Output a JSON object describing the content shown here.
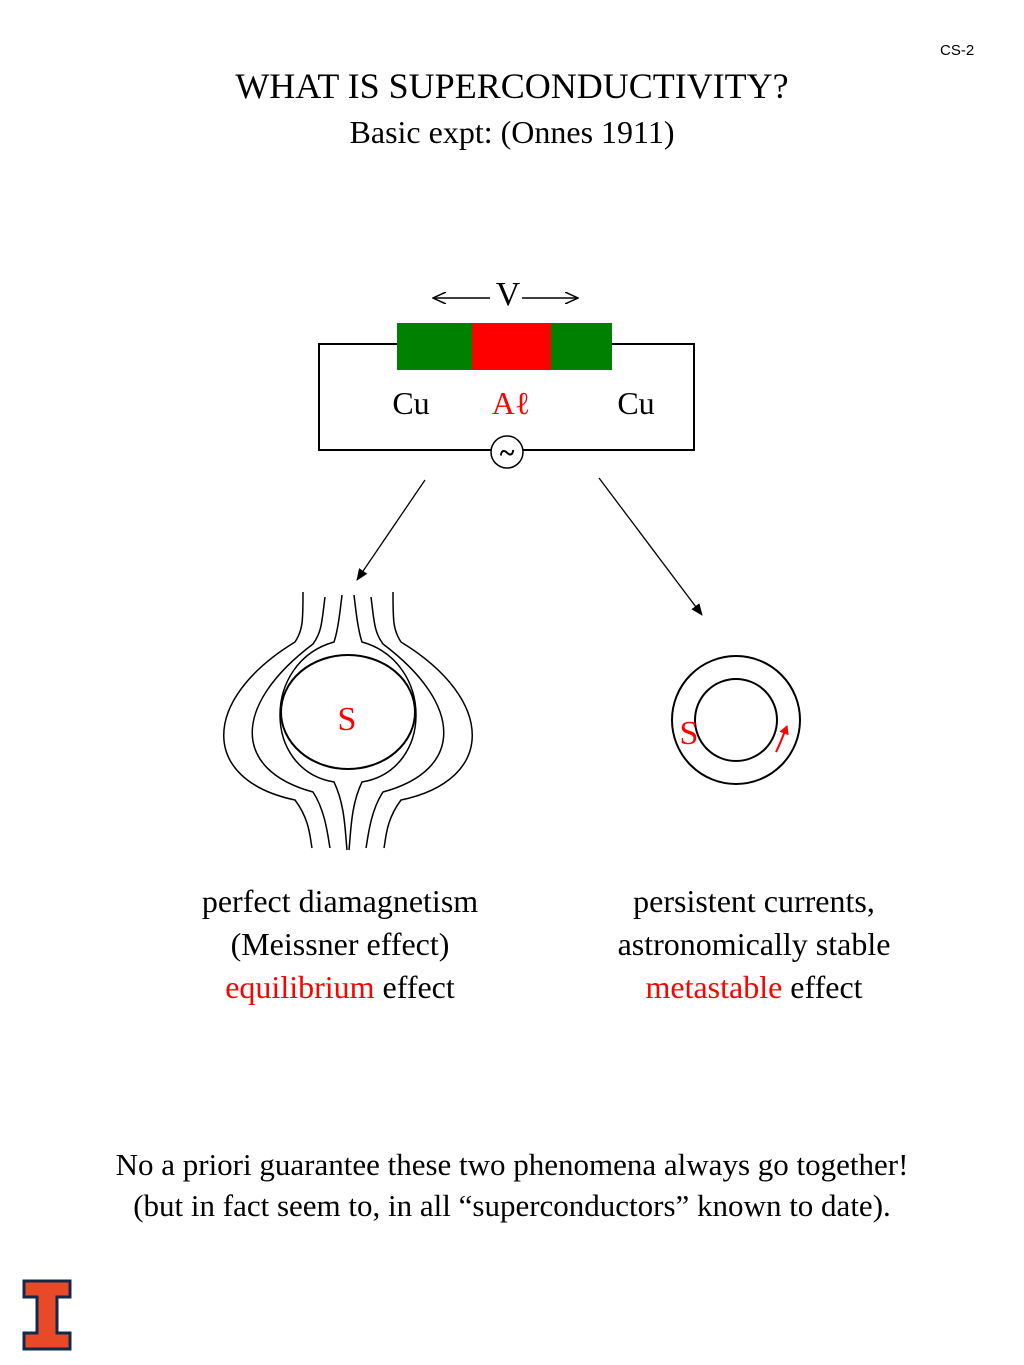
{
  "slide": {
    "number": "CS-2",
    "title": "WHAT IS SUPERCONDUCTIVITY?",
    "subtitle": "Basic expt: (Onnes 1911)"
  },
  "circuit": {
    "voltage_label": "V",
    "left_label": "Cu",
    "center_label": "Aℓ",
    "right_label": "Cu",
    "source_symbol": "~",
    "colors": {
      "copper": "#008000",
      "aluminium": "#ff0000"
    }
  },
  "meissner": {
    "sample_label": "S",
    "caption_line1": "perfect diamagnetism",
    "caption_line2": "(Meissner effect)",
    "caption_highlight": "equilibrium",
    "caption_rest": " effect"
  },
  "ring": {
    "sample_label": "S",
    "caption_line1": "persistent currents,",
    "caption_line2": "astronomically stable",
    "caption_highlight": "metastable",
    "caption_rest": " effect"
  },
  "footer": {
    "line1": "No a priori guarantee these two  phenomena always go together!",
    "line2": "(but in fact seem to, in all “superconductors” known to date)."
  },
  "logo": {
    "icon": "illinois-block-i-icon",
    "fill": "#e84a27",
    "stroke": "#13294b"
  }
}
